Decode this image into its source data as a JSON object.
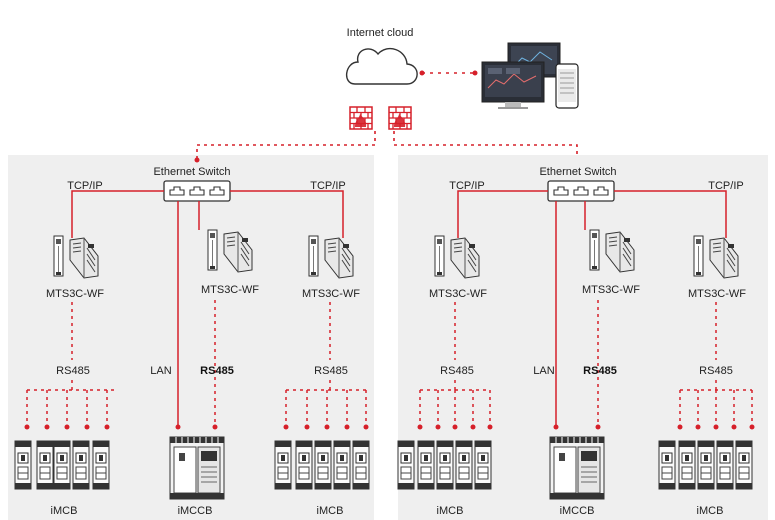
{
  "cloud": {
    "label": "Internet cloud"
  },
  "left": {
    "switch_label": "Ethernet Switch",
    "tcp_left": "TCP/IP",
    "tcp_right": "TCP/IP",
    "gw1": "MTS3C-WF",
    "gw2": "MTS3C-WF",
    "gw3": "MTS3C-WF",
    "rs485_1": "RS485",
    "lan": "LAN",
    "rs485_2": "RS485",
    "rs485_3": "RS485",
    "dev1": "iMCB",
    "dev2": "iMCCB",
    "dev3": "iMCB"
  },
  "right": {
    "switch_label": "Ethernet Switch",
    "tcp_left": "TCP/IP",
    "tcp_right": "TCP/IP",
    "gw1": "MTS3C-WF",
    "gw2": "MTS3C-WF",
    "gw3": "MTS3C-WF",
    "rs485_1": "RS485",
    "lan": "LAN",
    "rs485_2": "RS485",
    "rs485_3": "RS485",
    "dev1": "iMCB",
    "dev2": "iMCCB",
    "dev3": "iMCB"
  },
  "colors": {
    "red": "#d6202a",
    "panel": "#efefef",
    "line": "#333333"
  }
}
